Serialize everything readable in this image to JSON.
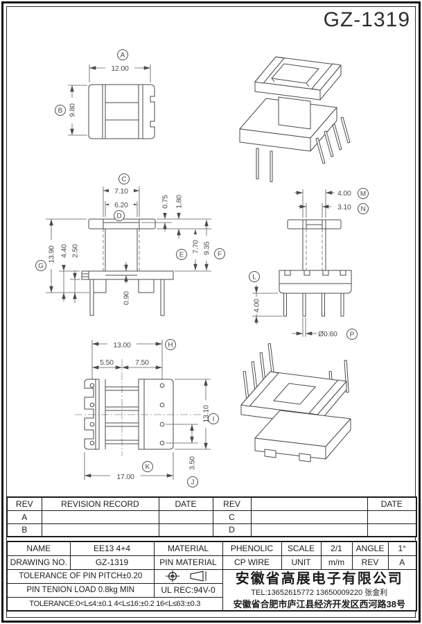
{
  "sheet": {
    "title": "GZ-1319"
  },
  "drawing": {
    "balloons": {
      "a": "A",
      "b": "B",
      "c": "C",
      "d": "D",
      "e": "E",
      "f": "F",
      "g": "G",
      "h": "H",
      "i": "I",
      "j": "J",
      "k": "K",
      "l": "L",
      "m": "M",
      "n": "N",
      "p": "P"
    },
    "top_view": {
      "width": "12.00",
      "height": "9.80"
    },
    "front_view": {
      "slot_top": "7.10",
      "slot_bottom": "6.20",
      "lip": "0.75",
      "flange_thickness": "1.80",
      "total_height": "13.90",
      "base_height": "4.40",
      "foot_height": "2.50",
      "window_height": "7.70",
      "height_to_base": "9.35",
      "base_step": "0.90"
    },
    "side_view": {
      "column_width": "4.00",
      "column_inner": "3.10",
      "pin_length": "4.00",
      "pin_diameter": "Ø0.60"
    },
    "bottom_view": {
      "pin_span": "13.00",
      "pitch_left": "5.50",
      "pitch_right": "7.50",
      "body_height": "13.10",
      "row_offset": "3.50",
      "overall_width": "17.00"
    }
  },
  "revision_table": {
    "rev1_header": "REV",
    "record_header": "REVISION RECORD",
    "date1_header": "DATE",
    "rev2_header": "REV",
    "date2_header": "DATE",
    "row1_left_rev": "A",
    "row1_right_rev": "C",
    "row2_left_rev": "B",
    "row2_right_rev": "D"
  },
  "spec_table": {
    "name_label": "NAME",
    "name_value": "EE13 4+4",
    "material_label": "MATERIAL",
    "material_value": "PHENOLIC",
    "scale_label": "SCALE",
    "scale_value": "2/1",
    "angle_label": "ANGLE",
    "angle_value": "1°",
    "drawing_no_label": "DRAWING NO.",
    "drawing_no_value": "GZ-1319",
    "pin_material_label": "PIN MATERIAL",
    "pin_material_value": "CP WIRE",
    "unit_label": "UNIT",
    "unit_value": "m/m",
    "rev_label": "REV",
    "rev_value": "A",
    "tolerance_pitch": "TOLERANCE OF PIN PITCH±0.20",
    "pin_tension": "PIN TENION LOAD 0.8kg MIN",
    "ul_rec": "UL REC:94V-0",
    "tolerance_range": "TOLERANCE:0<L≤4:±0.1  4<L≤16:±0.2  16<L≤63:±0.3"
  },
  "company": {
    "name": "安徽省高展电子有限公司",
    "tel": "TEL:13652615772  13650009220  张金利",
    "address": "安徽省合肥市庐江县经济开发区西河路38号"
  }
}
